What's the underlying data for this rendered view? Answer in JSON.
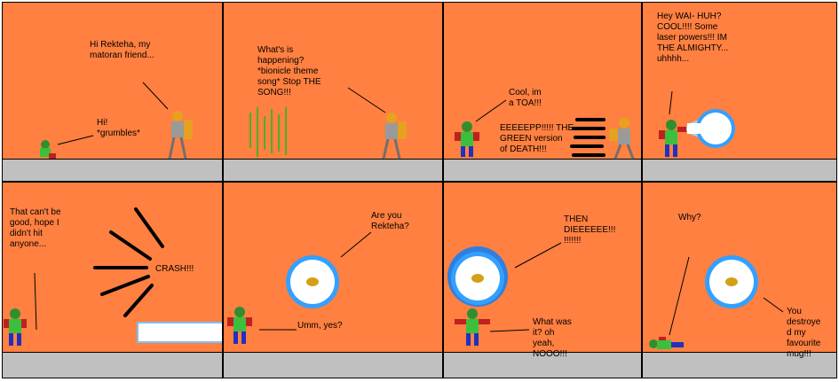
{
  "panels": [
    {
      "id": "p1",
      "texts": [
        "Hi Rekteha, my\nmatoran friend...",
        "Hi!\n*grumbles*"
      ]
    },
    {
      "id": "p2",
      "texts": [
        "What's is\nhappening?\n*bionicle theme\nsong* Stop THE\nSONG!!!"
      ]
    },
    {
      "id": "p3",
      "texts": [
        "Cool, im\na TOA!!!",
        "EEEEEPP!!!!! THE\nGREEN version\nof DEATH!!!"
      ]
    },
    {
      "id": "p4",
      "texts": [
        "Hey WAI- HUH?\nCOOL!!!! Some\nlaser powers!!! IM\nTHE ALMIGHTY...\nuhhhh..."
      ]
    },
    {
      "id": "p5",
      "texts": [
        "That can't be\ngood, hope I\ndidn't hit\nanyone...",
        "CRASH!!!"
      ]
    },
    {
      "id": "p6",
      "texts": [
        "Are you\nRekteha?",
        "Umm, yes?"
      ]
    },
    {
      "id": "p7",
      "texts": [
        "THEN\nDIEEEEEE!!!\n!!!!!!!",
        "What was\nit? oh\nyeah,\nNOOO!!!"
      ]
    },
    {
      "id": "p8",
      "texts": [
        "Why?",
        "You\ndestroye\nd my\nfavourite\nmug!!!"
      ]
    }
  ],
  "colors": {
    "background": "#ff8040",
    "ground": "#c0c0c0",
    "orb": "#33a0ff",
    "green": "#2f8f2f",
    "gold": "#e8a020"
  }
}
